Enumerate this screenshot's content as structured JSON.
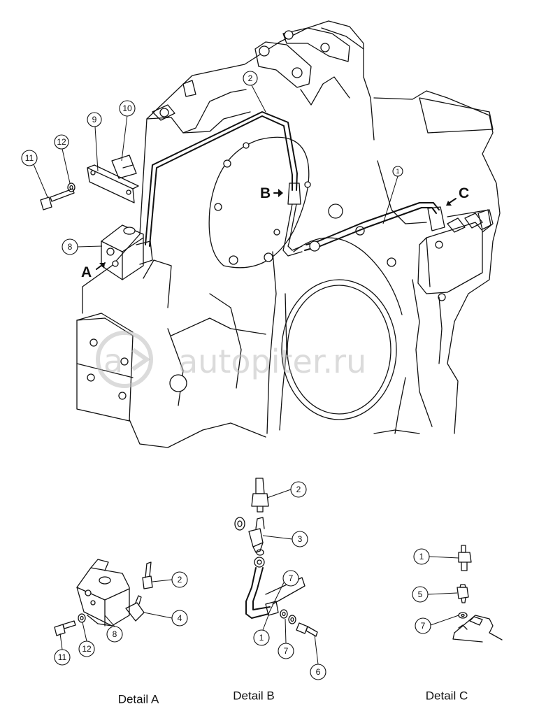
{
  "view_markers": [
    "A",
    "B",
    "C"
  ],
  "callouts_main": [
    "1",
    "2",
    "8",
    "9",
    "10",
    "11",
    "12"
  ],
  "detail_a": {
    "label": "Detail A",
    "callouts": [
      "2",
      "4",
      "8",
      "11",
      "12"
    ]
  },
  "detail_b": {
    "label": "Detail B",
    "callouts": [
      "2",
      "3",
      "7",
      "1",
      "7",
      "6"
    ]
  },
  "detail_c": {
    "label": "Detail C",
    "callouts": [
      "1",
      "5",
      "7"
    ]
  },
  "watermark": {
    "text": "autopiter.ru"
  },
  "colors": {
    "line": "#111111",
    "background": "#ffffff",
    "watermark": "#bdbdbd"
  }
}
